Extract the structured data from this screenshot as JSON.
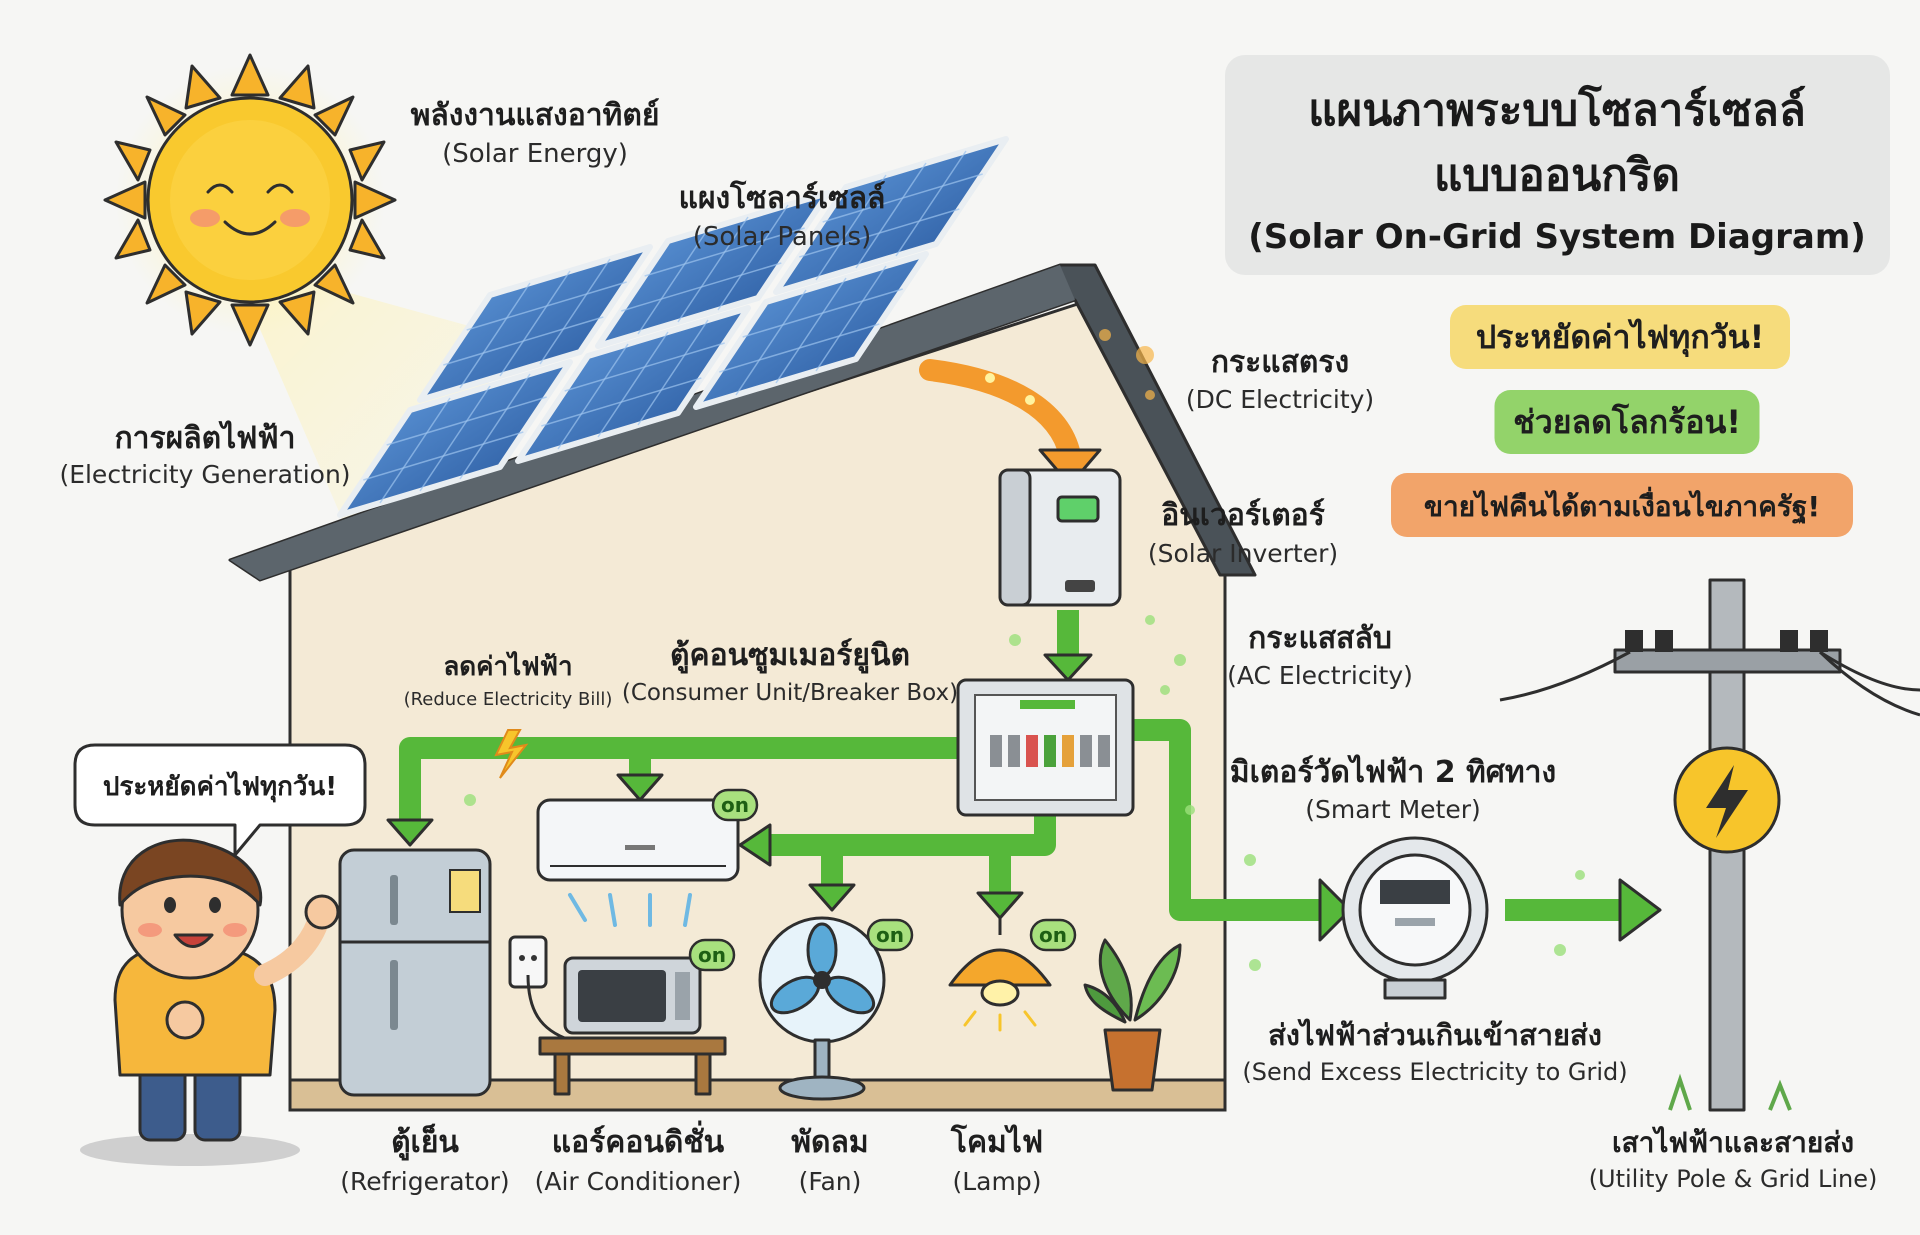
{
  "title": {
    "line1": "แผนภาพระบบโซลาร์เซลล์",
    "line2": "แบบออนกริด",
    "line3": "(Solar On-Grid System Diagram)"
  },
  "badges": [
    {
      "text": "ประหยัดค่าไฟทุกวัน!",
      "color": "#f6dc7c"
    },
    {
      "text": "ช่วยลดโลกร้อน!",
      "color": "#93d36a"
    },
    {
      "text": "ขายไฟคืนได้ตามเงื่อนไขภาครัฐ!",
      "color": "#f2a46a"
    }
  ],
  "labels": {
    "solar_energy": {
      "th": "พลังงานแสงอาทิตย์",
      "en": "(Solar Energy)"
    },
    "solar_panels": {
      "th": "แผงโซลาร์เซลล์",
      "en": "(Solar Panels)"
    },
    "generation": {
      "th": "การผลิตไฟฟ้า",
      "en": "(Electricity Generation)"
    },
    "dc": {
      "th": "กระแสตรง",
      "en": "(DC Electricity)"
    },
    "inverter": {
      "th": "อินเวอร์เตอร์",
      "en": "(Solar Inverter)"
    },
    "ac": {
      "th": "กระแสสลับ",
      "en": "(AC Electricity)"
    },
    "consumer_unit": {
      "th": "ตู้คอนซูมเมอร์ยูนิต",
      "en": "(Consumer Unit/Breaker Box)"
    },
    "reduce_bill": {
      "th": "ลดค่าไฟฟ้า",
      "en": "(Reduce Electricity Bill)"
    },
    "smart_meter": {
      "th": "มิเตอร์วัดไฟฟ้า 2 ทิศทาง",
      "en": "(Smart Meter)"
    },
    "send_excess": {
      "th": "ส่งไฟฟ้าส่วนเกินเข้าสายส่ง",
      "en": "(Send Excess Electricity to Grid)"
    },
    "utility_pole": {
      "th": "เสาไฟฟ้าและสายส่ง",
      "en": "(Utility Pole & Grid Line)"
    },
    "refrigerator": {
      "th": "ตู้เย็น",
      "en": "(Refrigerator)"
    },
    "air_conditioner": {
      "th": "แอร์คอนดิชั่น",
      "en": "(Air Conditioner)"
    },
    "fan": {
      "th": "พัดลม",
      "en": "(Fan)"
    },
    "lamp": {
      "th": "โคมไฟ",
      "en": "(Lamp)"
    }
  },
  "speech_bubble": "ประหยัดค่าไฟทุกวัน!",
  "on_tag": "on",
  "colors": {
    "green_flow": "#56b83a",
    "orange_flow": "#f39a2d",
    "sun": "#f7c52b",
    "roof": "#4a5258",
    "wall": "#f4ead6",
    "panel": "#2d5fa8"
  }
}
